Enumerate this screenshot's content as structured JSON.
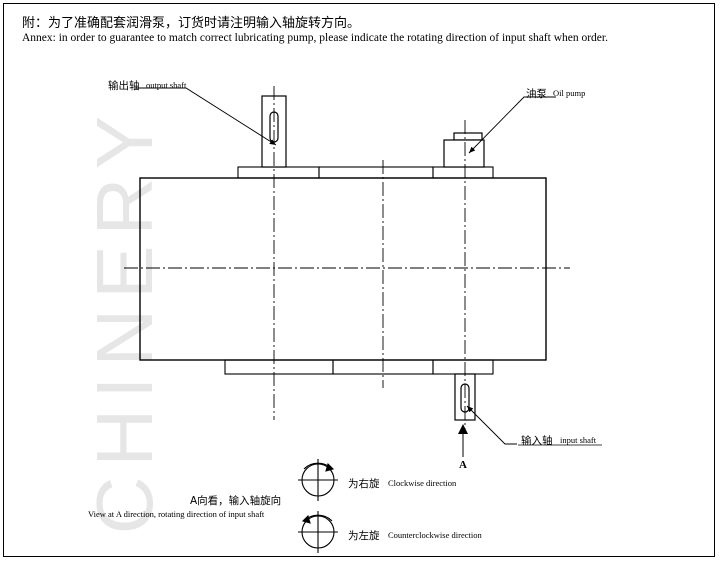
{
  "annex": {
    "zh": "附：为了准确配套润滑泵，订货时请注明输入轴旋转方向。",
    "en": "Annex: in order to guarantee to match correct lubricating pump, please indicate the rotating direction of input shaft when order."
  },
  "watermark": "CHINERY",
  "labels": {
    "output_shaft_zh": "输出轴",
    "output_shaft_en": "output shaft",
    "oil_pump_zh": "油泵",
    "oil_pump_en": "Oil pump",
    "input_shaft_zh": "输入轴",
    "input_shaft_en": "input shaft",
    "arrow_letter": "A"
  },
  "direction": {
    "view_zh": "A向看，输入轴旋向",
    "view_en": "View at A direction, rotating direction of input shaft",
    "clockwise_zh": "为右旋",
    "clockwise_en": "Clockwise direction",
    "counter_zh": "为左旋",
    "counter_en": "Counterclockwise direction"
  }
}
